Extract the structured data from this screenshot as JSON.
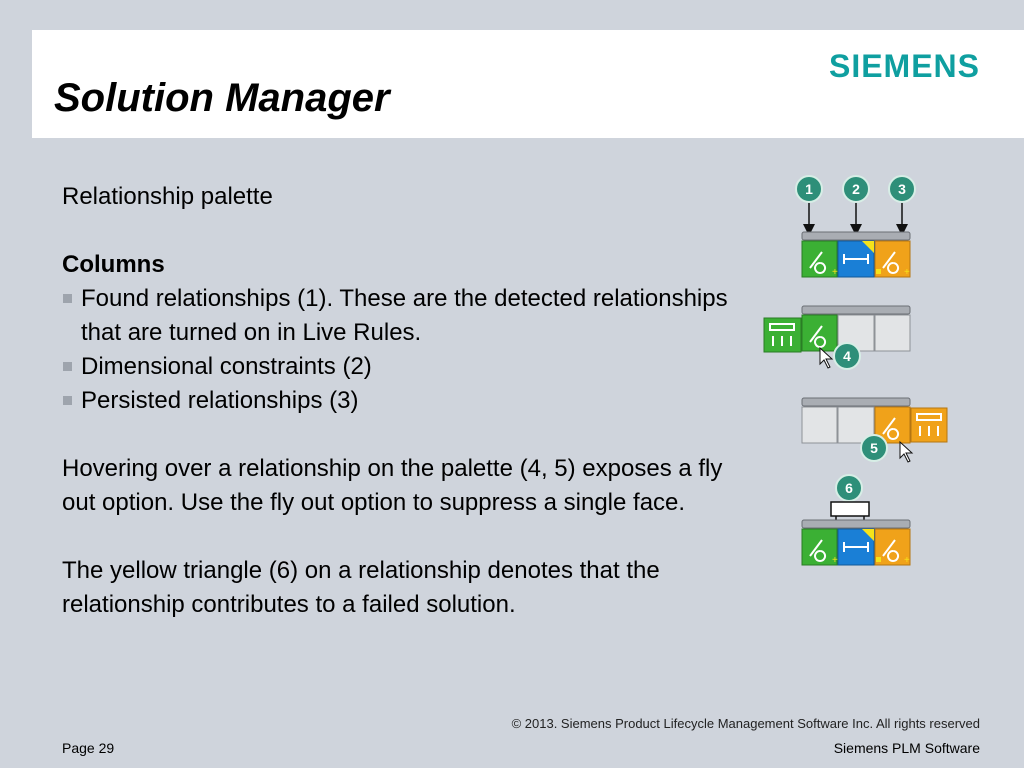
{
  "header": {
    "title": "Solution Manager",
    "logo": "SIEMENS"
  },
  "content": {
    "intro": "Relationship palette",
    "columns_heading": "Columns",
    "bullets": [
      "Found relationships (1). These are the detected relationships that are turned on in Live Rules.",
      "Dimensional constraints (2)",
      "Persisted relationships (3)"
    ],
    "hover_paragraph": "Hovering over a relationship on the palette (4, 5) exposes a fly out option. Use the fly out option to suppress a single face.",
    "triangle_paragraph": "The yellow triangle (6) on a relationship denotes that the relationship contributes to a failed solution."
  },
  "callouts": [
    "1",
    "2",
    "3",
    "4",
    "5",
    "6"
  ],
  "colors": {
    "found_green": "#3bb034",
    "dimension_blue": "#1a7fd6",
    "persisted_orange": "#f0a21a",
    "callout_teal": "#2e8f79",
    "warning_yellow": "#f5e31a",
    "empty_cell": "#e2e4e6"
  },
  "footer": {
    "copyright": "© 2013. Siemens Product Lifecycle Management Software Inc. All rights reserved",
    "page": "Page 29",
    "brand": "Siemens PLM Software"
  }
}
